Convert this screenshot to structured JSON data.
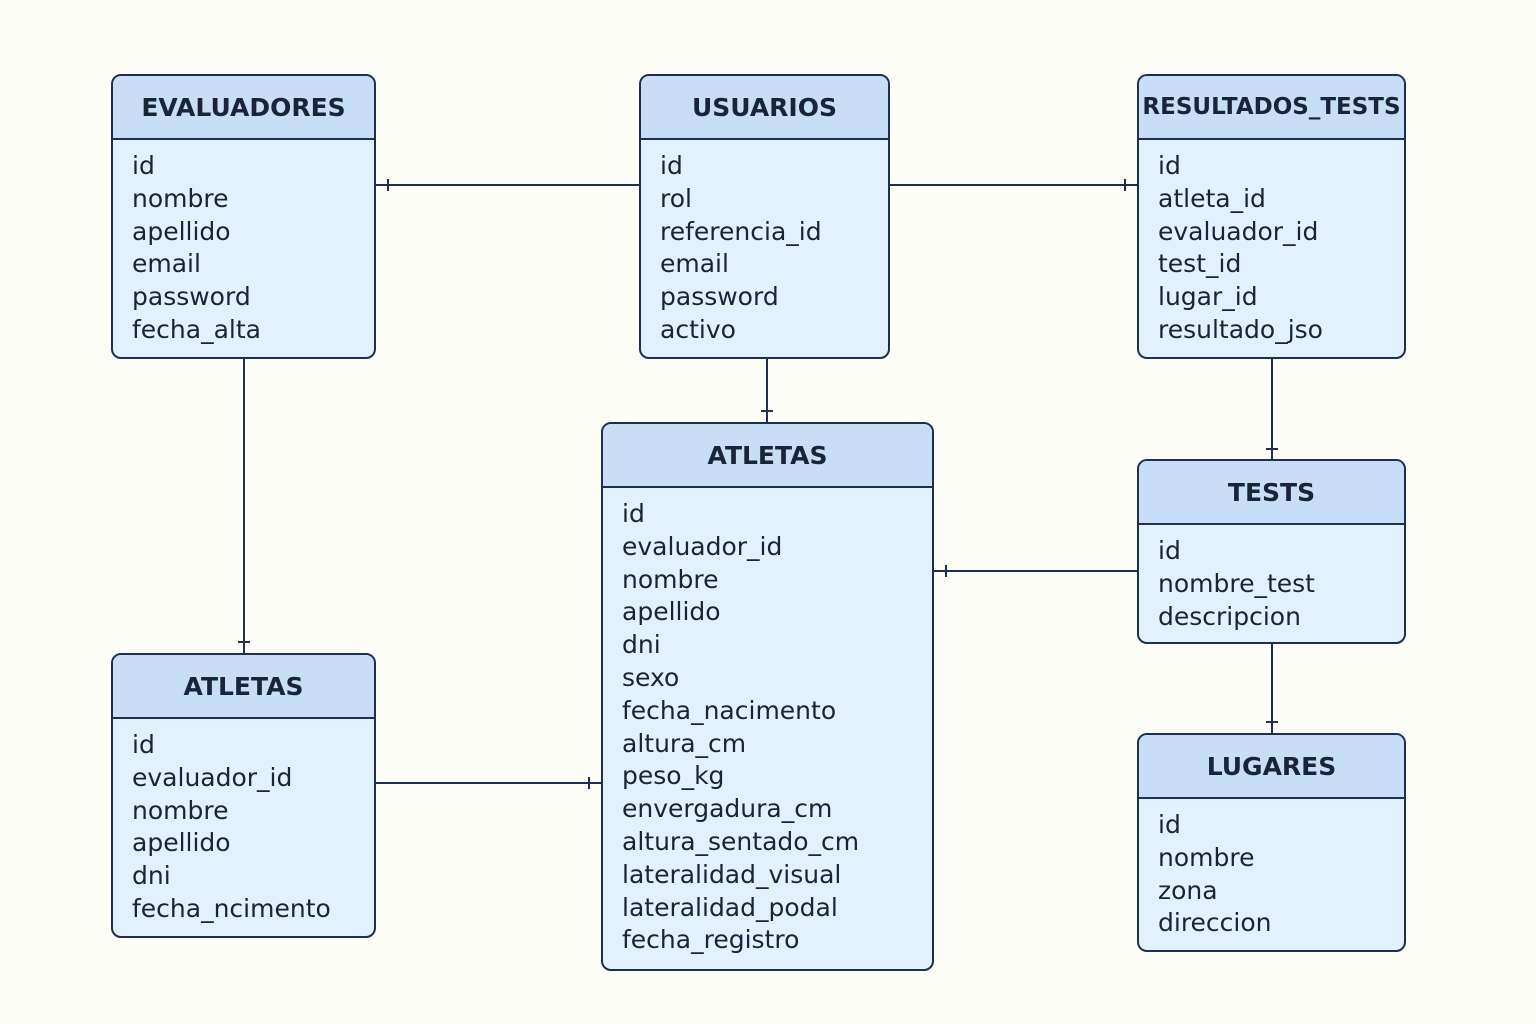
{
  "entities": {
    "evaluadores": {
      "title": "EVALUADORES",
      "fields": [
        "id",
        "nombre",
        "apellido",
        "email",
        "password",
        "fecha_alta"
      ]
    },
    "usuarios": {
      "title": "USUARIOS",
      "fields": [
        "id",
        "rol",
        "referencia_id",
        "email",
        "password",
        "activo"
      ]
    },
    "resultados_tests": {
      "title": "RESULTADOS_TESTS",
      "fields": [
        "id",
        "atleta_id",
        "evaluador_id",
        "test_id",
        "lugar_id",
        "resultado_jso"
      ]
    },
    "atletas_main": {
      "title": "ATLETAS",
      "fields": [
        "id",
        "evaluador_id",
        "nombre",
        "apellido",
        "dni",
        "sexo",
        "fecha_nacimento",
        "altura_cm",
        "peso_kg",
        "envergadura_cm",
        "altura_sentado_cm",
        "lateralidad_visual",
        "lateralidad_podal",
        "fecha_registro"
      ]
    },
    "tests": {
      "title": "TESTS",
      "fields": [
        "id",
        "nombre_test",
        "descripcion"
      ]
    },
    "atletas_small": {
      "title": "ATLETAS",
      "fields": [
        "id",
        "evaluador_id",
        "nombre",
        "apellido",
        "dni",
        "fecha_ncimento"
      ]
    },
    "lugares": {
      "title": "LUGARES",
      "fields": [
        "id",
        "nombre",
        "zona",
        "direccion"
      ]
    }
  },
  "relationships": [
    {
      "from": "usuarios",
      "to": "evaluadores"
    },
    {
      "from": "usuarios",
      "to": "resultados_tests"
    },
    {
      "from": "usuarios",
      "to": "atletas_main"
    },
    {
      "from": "evaluadores",
      "to": "atletas_small"
    },
    {
      "from": "resultados_tests",
      "to": "tests"
    },
    {
      "from": "tests",
      "to": "atletas_main"
    },
    {
      "from": "tests",
      "to": "lugares"
    },
    {
      "from": "atletas_small",
      "to": "atletas_main"
    }
  ],
  "colors": {
    "background": "#fdfdf8",
    "entity_fill": "#e3f0fd",
    "header_fill": "#c8def6",
    "border": "#1f2f4f",
    "text": "#1a2438"
  }
}
